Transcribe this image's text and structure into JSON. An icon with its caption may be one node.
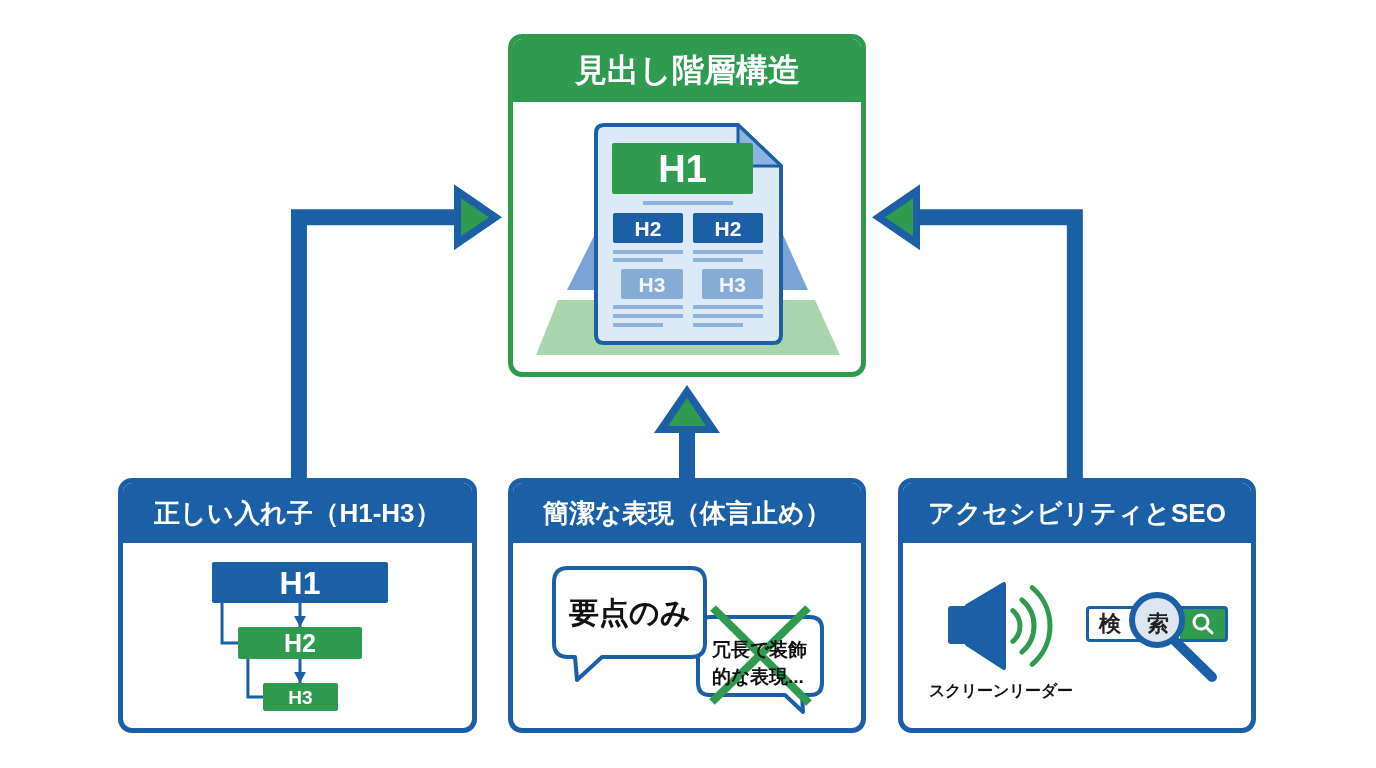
{
  "diagram": {
    "nodes": [
      {
        "text": [
          "見出し階層構造"
        ]
      },
      {
        "text": [
          "H1"
        ],
        "in": 0
      },
      {
        "text": [
          "H2"
        ],
        "in": 0
      },
      {
        "text": [
          "H2"
        ],
        "in": 0
      },
      {
        "text": [
          "H3"
        ],
        "in": 0
      },
      {
        "text": [
          "H3"
        ],
        "in": 0
      },
      {
        "text": [
          "正しい入れ子（H1-H3）"
        ]
      },
      {
        "text": [
          "H1"
        ],
        "in": 6
      },
      {
        "text": [
          "H2"
        ],
        "in": 6
      },
      {
        "text": [
          "H3"
        ],
        "in": 6
      },
      {
        "text": [
          "簡潔な表現（体言止め）"
        ]
      },
      {
        "text": [
          "要点のみ"
        ],
        "in": 10
      },
      {
        "text": [
          "冗長で装飾的な表現..."
        ],
        "in": 10
      },
      {
        "text": [
          "アクセシビリティとSEO"
        ]
      },
      {
        "text": [
          "検索"
        ],
        "in": 13
      }
    ],
    "edges": [
      {
        "from": 6,
        "to": 0,
        "arrow": "to",
        "style": "thick"
      },
      {
        "from": 10,
        "to": 0,
        "arrow": "to",
        "style": "thick"
      },
      {
        "from": 13,
        "to": 0,
        "arrow": "to",
        "style": "thick"
      },
      {
        "from": 7,
        "to": 8,
        "arrow": "none"
      },
      {
        "from": 7,
        "to": 8,
        "arrow": "to"
      },
      {
        "from": 8,
        "to": 9,
        "arrow": "none"
      },
      {
        "from": 8,
        "to": 9,
        "arrow": "to"
      }
    ],
    "labels": [
      "スクリーンリーダー"
    ]
  }
}
